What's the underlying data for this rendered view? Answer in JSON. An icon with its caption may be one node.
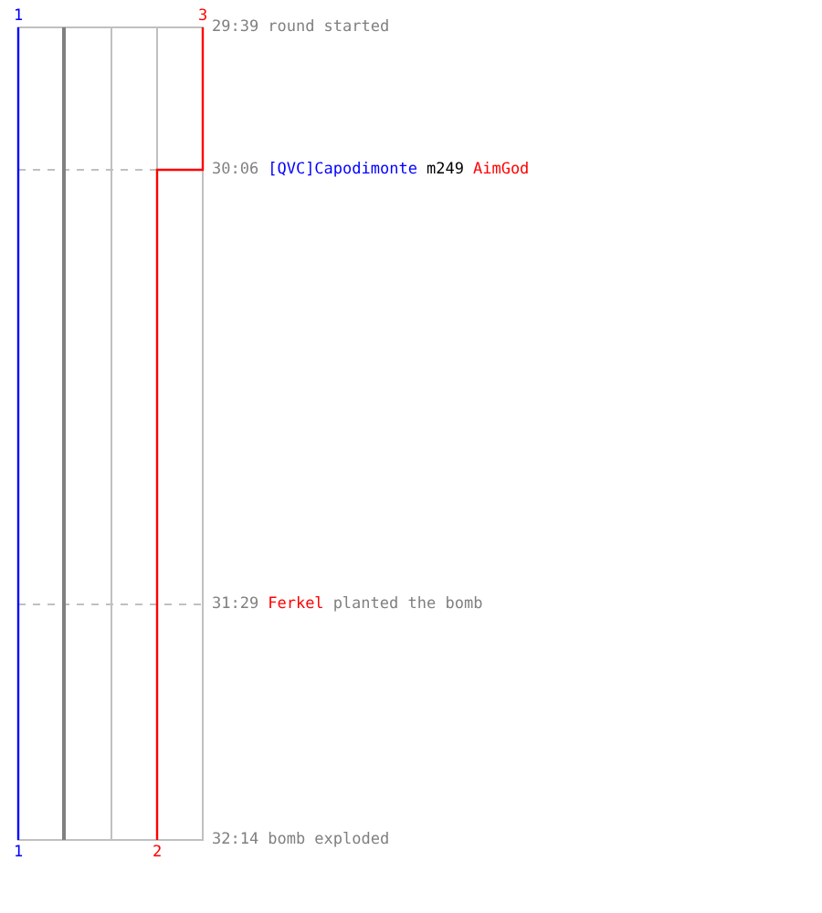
{
  "diagram": {
    "labels": [
      "1",
      "3",
      "29:39",
      "round started",
      "30:06",
      "[QVC]Capodimonte",
      "m249",
      "AimGod",
      "31:29",
      "Ferkel",
      "planted the bomb",
      "32:14",
      "bomb exploded",
      "1",
      "2"
    ]
  }
}
